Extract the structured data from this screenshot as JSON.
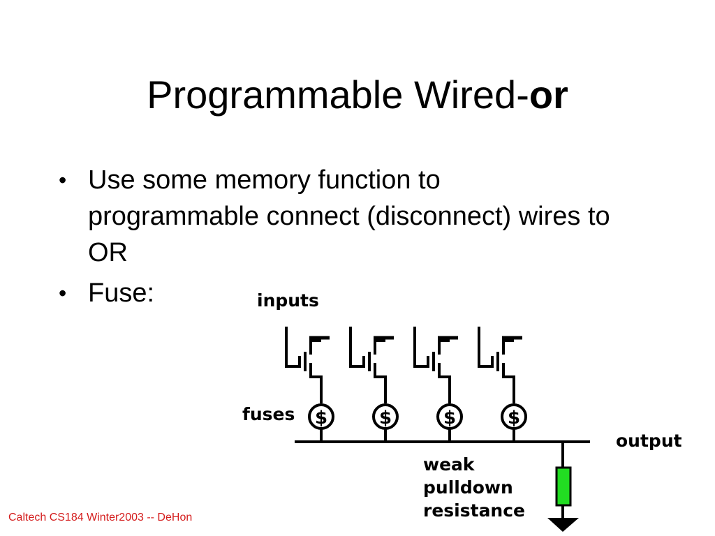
{
  "slide": {
    "title_main": "Programmable Wired-",
    "title_bold": "or",
    "bullets": [
      "Use some memory function to programmable connect (disconnect) wires to OR",
      "Fuse:"
    ],
    "bullet_symbol": "•",
    "footer": "Caltech CS184 Winter2003 -- DeHon"
  },
  "diagram": {
    "labels": {
      "inputs": "inputs",
      "fuses": "fuses",
      "output": "output",
      "resistance_line1": "weak",
      "resistance_line2": "pulldown",
      "resistance_line3": "resistance"
    },
    "fuse_symbol": "$",
    "input_count": 4,
    "resistor_color": "#22dd22",
    "footer_color": "#d41c1c"
  }
}
